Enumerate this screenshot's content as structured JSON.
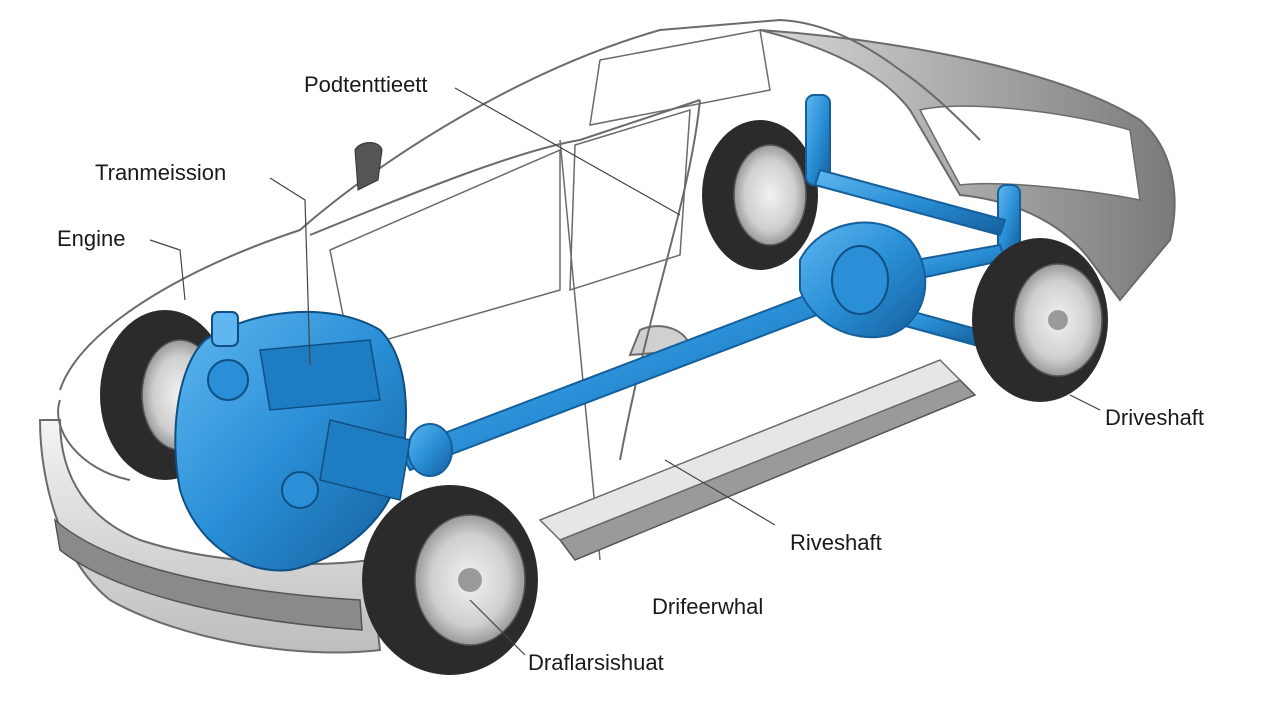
{
  "diagram": {
    "labels": {
      "top": "Podtenttieett",
      "transmission": "Tranmeission",
      "engine": "Engine",
      "driveshaft_right": "Driveshaft",
      "riveshaft": "Riveshaft",
      "drifeerwhal": "Drifeerwhal",
      "bottom": "Draflarsishuat"
    },
    "colors": {
      "drivetrain": "#2a8fd6",
      "drivetrain_dark": "#145f9c",
      "body_outline": "#6b6b6b",
      "body_shade": "#cfcfcf",
      "tire": "#2b2b2b",
      "rim": "#d9d9d9",
      "leader_line": "#444444"
    },
    "icons": [
      "car-body-illustration",
      "engine-block-illustration",
      "driveshaft-illustration",
      "wheel-illustration"
    ]
  }
}
